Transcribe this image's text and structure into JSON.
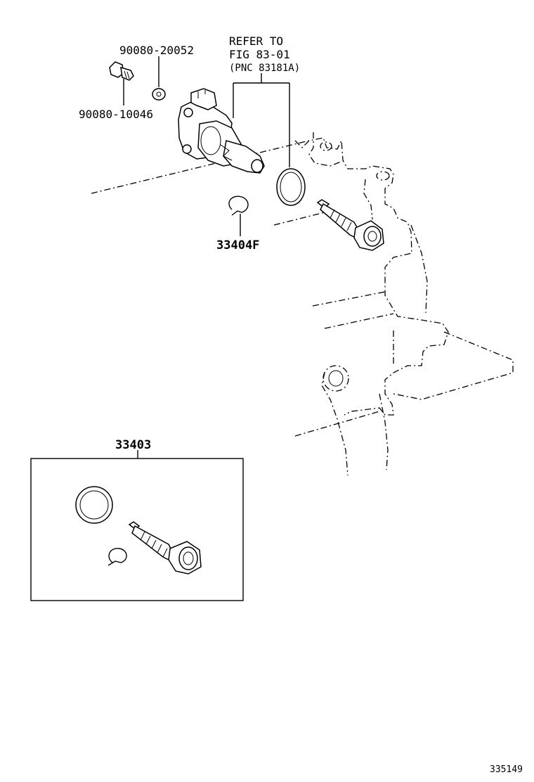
{
  "labels": {
    "bolt": "90080-10046",
    "washer": "90080-20052",
    "refer_line1": "REFER TO",
    "refer_line2": "FIG 83-01",
    "refer_line3": "(PNC 83181A)",
    "clip": "33404F",
    "kit": "33403",
    "figure_number": "335149"
  }
}
